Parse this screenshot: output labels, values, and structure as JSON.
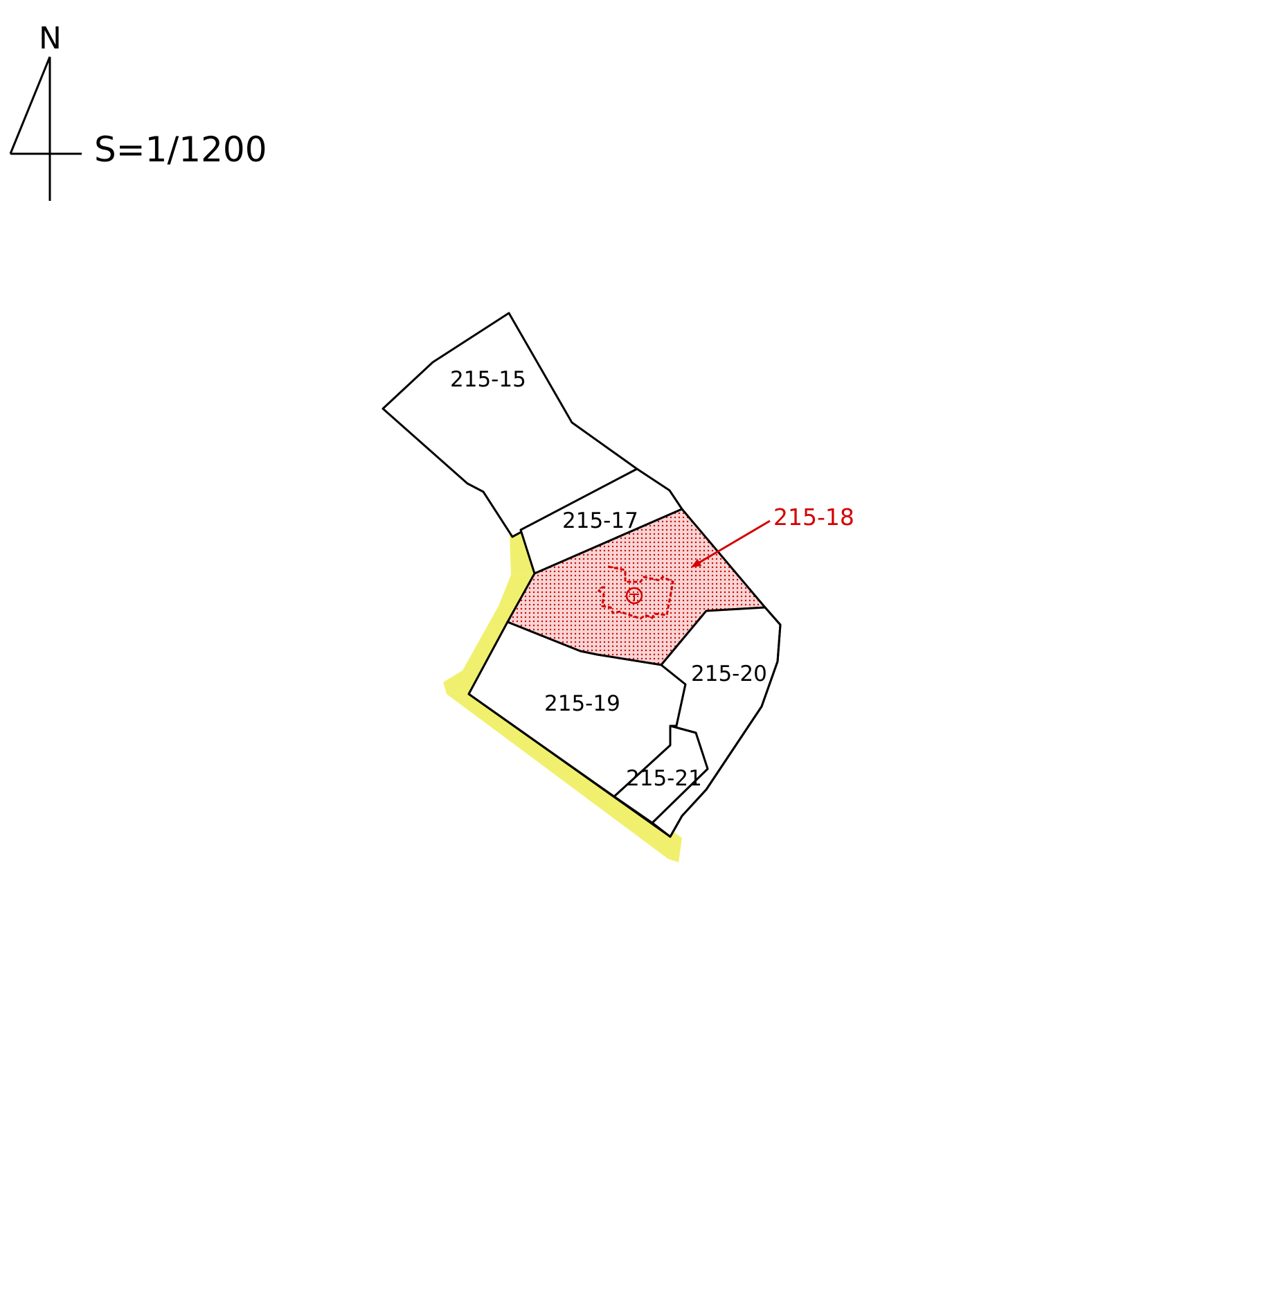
{
  "north_arrow": {
    "label": "N",
    "icon": "north-arrow-icon"
  },
  "scale": {
    "label": "S=1/1200"
  },
  "colors": {
    "road": "#f0f06e",
    "highlight": "#d40000",
    "highlight_fill": "#f7d5d5",
    "line": "#000000"
  },
  "parcels": [
    {
      "id": "215-15",
      "label": "215-15"
    },
    {
      "id": "215-17",
      "label": "215-17"
    },
    {
      "id": "215-18",
      "label": "215-18",
      "highlighted": true
    },
    {
      "id": "215-19",
      "label": "215-19"
    },
    {
      "id": "215-20",
      "label": "215-20"
    },
    {
      "id": "215-21",
      "label": "215-21"
    }
  ],
  "callout": {
    "label": "215-18"
  },
  "building": {
    "icon": "building-footprint-icon",
    "symbol": "circled-marker-icon"
  }
}
